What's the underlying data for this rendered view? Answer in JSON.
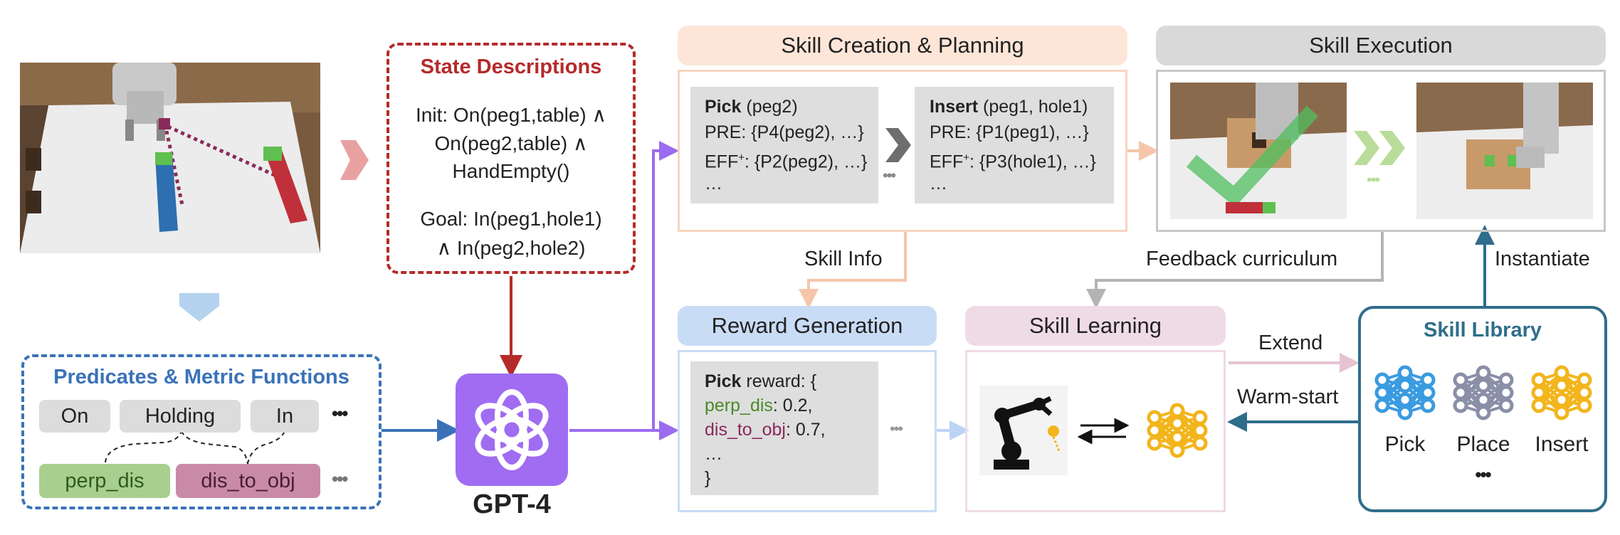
{
  "state_descriptions": {
    "title": "State Descriptions",
    "init_line1": "Init: On(peg1,table) ∧",
    "init_line2": "On(peg2,table) ∧",
    "init_line3": "HandEmpty()",
    "goal_line1": "Goal: In(peg1,hole1)",
    "goal_line2": "∧ In(peg2,hole2)"
  },
  "predicates": {
    "title": "Predicates & Metric Functions",
    "items": [
      "On",
      "Holding",
      "In"
    ],
    "metrics": [
      "perp_dis",
      "dis_to_obj"
    ],
    "ellipsis": "•••"
  },
  "gpt": {
    "label": "GPT-4"
  },
  "planning": {
    "title": "Skill Creation & Planning",
    "card1": {
      "name": "Pick",
      "args": " (peg2)",
      "pre": "PRE: {P4(peg2), …}",
      "eff_label": "EFF",
      "eff_sup": "+",
      "eff": ": {P2(peg2), …}",
      "more": "…"
    },
    "card2": {
      "name": "Insert",
      "args": " (peg1, hole1)",
      "pre": "PRE: {P1(peg1), …}",
      "eff_label": "EFF",
      "eff_sup": "+",
      "eff": ": {P3(hole1), …}",
      "more": "…"
    },
    "dots": "•••"
  },
  "execution": {
    "title": "Skill Execution",
    "dots": "•••"
  },
  "reward": {
    "title": "Reward Generation",
    "name": "Pick",
    "head": " reward: {",
    "k1": "perp_dis",
    "v1": ": 0.2,",
    "k2": "dis_to_obj",
    "v2": ": 0.7,",
    "more": "…",
    "close": "}",
    "dots": "•••"
  },
  "learning": {
    "title": "Skill Learning"
  },
  "library": {
    "title": "Skill Library",
    "skills": [
      "Pick",
      "Place",
      "Insert"
    ],
    "dots": "•••",
    "colors": [
      "#3a9be0",
      "#8a8fa8",
      "#f2b51c"
    ]
  },
  "labels": {
    "skill_info": "Skill Info",
    "feedback": "Feedback curriculum",
    "instantiate": "Instantiate",
    "extend": "Extend",
    "warm_start": "Warm-start"
  },
  "colors": {
    "red": "#b52a2a",
    "blue": "#3a72b8",
    "purple": "#9b6cf0",
    "orange_hdr": "#fde6d8",
    "blue_hdr": "#c9dcf6",
    "pink_hdr": "#efdbe6",
    "grey_hdr": "#d9d9d9",
    "teal": "#2f6d8a",
    "green_metric": "#a8cf8e",
    "pink_metric": "#c98aa8"
  }
}
